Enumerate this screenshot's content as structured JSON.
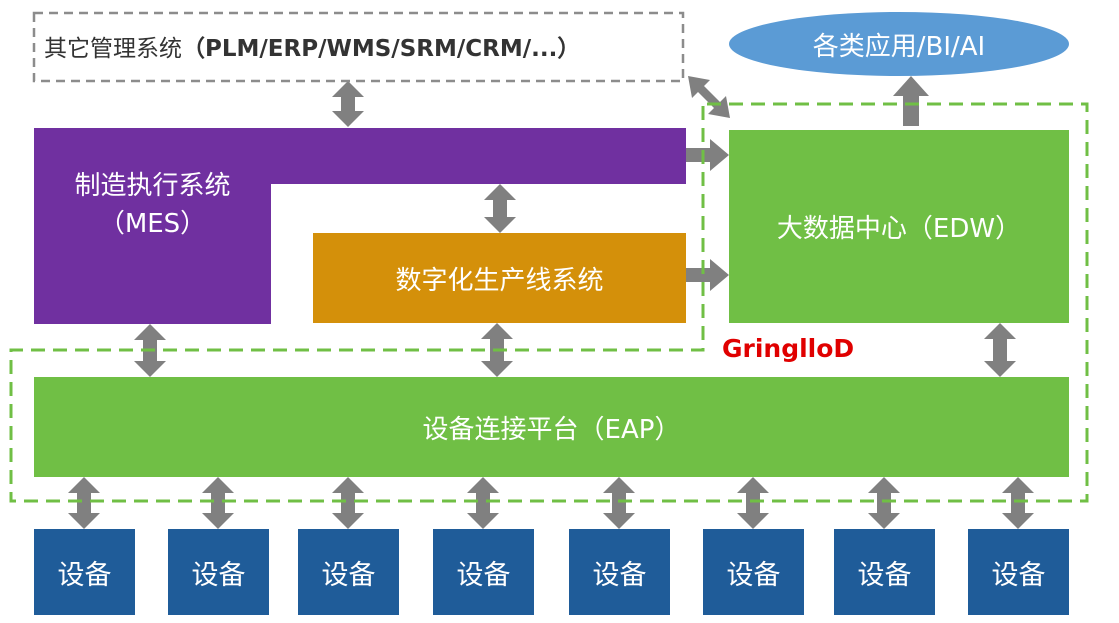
{
  "other_systems": {
    "name": "其它管理系统",
    "list": "（PLM/ERP/WMS/SRM/CRM/...）"
  },
  "apps": {
    "label": "各类应用/BI/AI"
  },
  "mes": {
    "line1": "制造执行系统",
    "line2": "（MES）"
  },
  "digital_line": {
    "label": "数字化生产线系统"
  },
  "edw": {
    "label": "大数据中心（EDW）"
  },
  "brand": {
    "label": "GringlloD"
  },
  "eap": {
    "label": "设备连接平台（EAP）"
  },
  "devices": [
    "设备",
    "设备",
    "设备",
    "设备",
    "设备",
    "设备",
    "设备",
    "设备"
  ],
  "colors": {
    "mes": "#7030a0",
    "digital_line": "#d4900a",
    "green": "#70bf45",
    "device": "#1f5c99",
    "apps": "#5b9bd5",
    "arrow": "#808080",
    "brand": "#e00000"
  }
}
